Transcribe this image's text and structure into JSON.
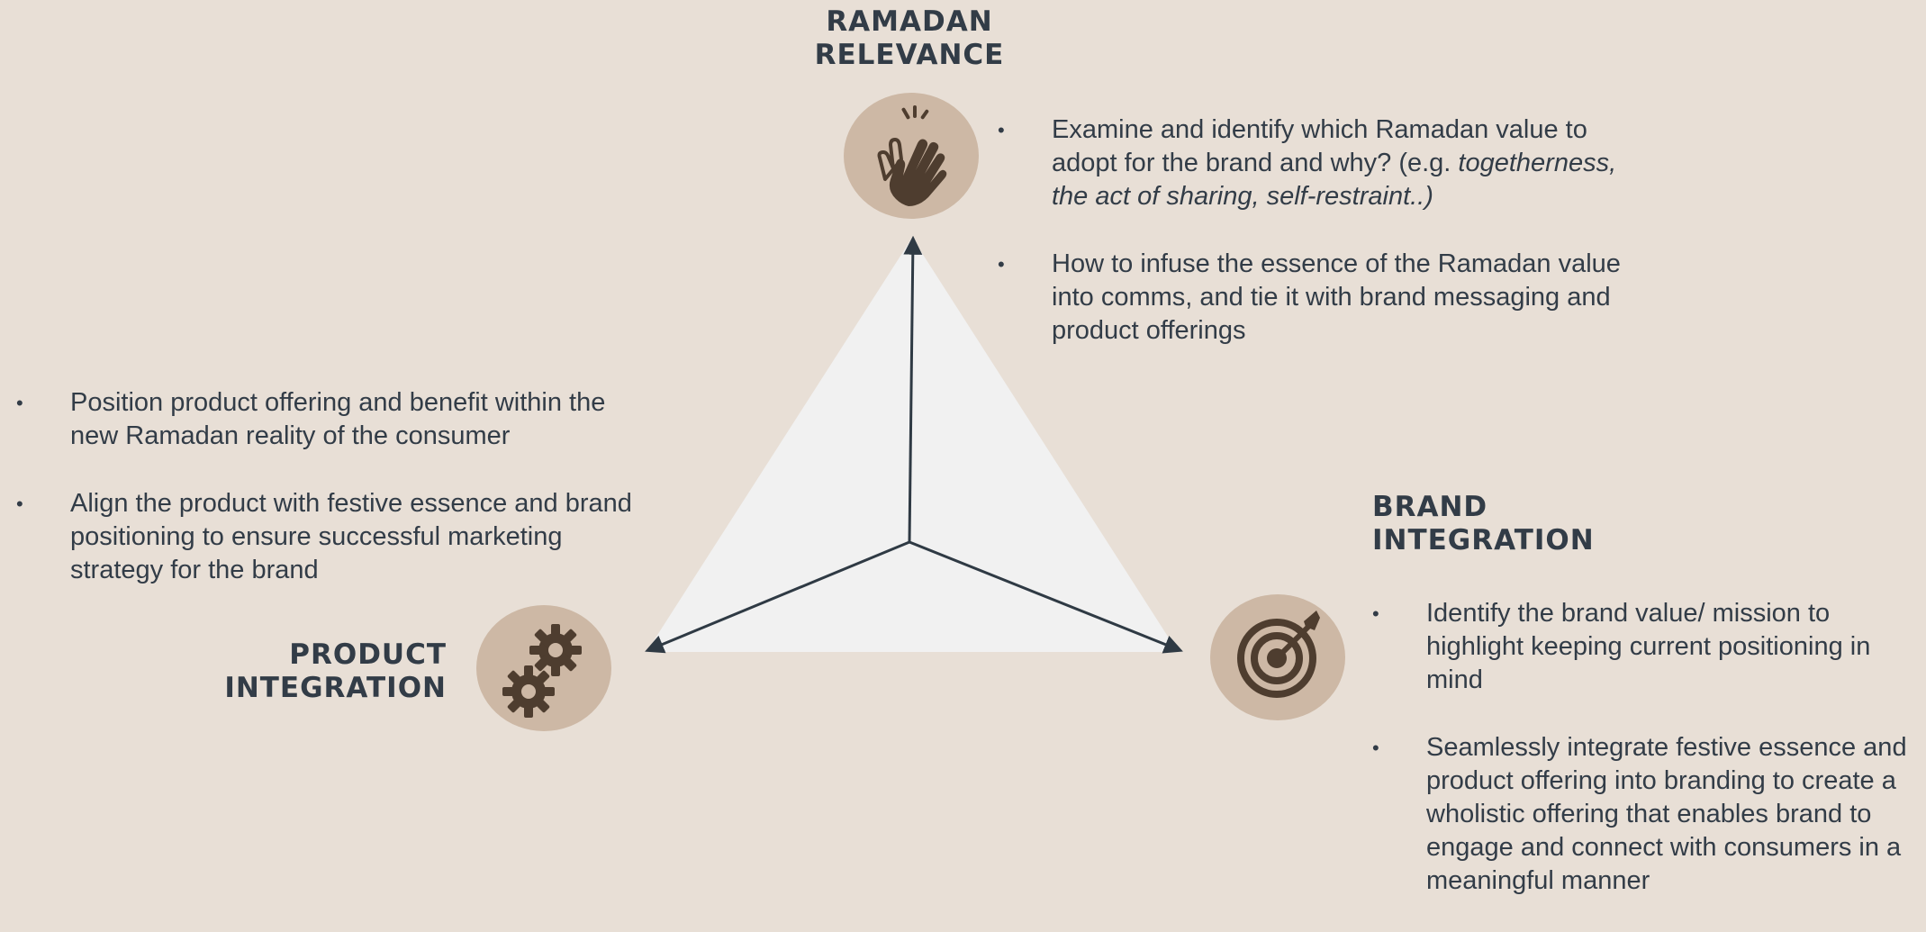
{
  "ramadan": {
    "heading_line1": "RAMADAN",
    "heading_line2": "RELEVANCE",
    "icon": "clapping-hands-icon",
    "bullets": [
      {
        "text": "Examine and identify which Ramadan value to adopt for the brand and why? (e.g. ",
        "italic": "togetherness, the act of sharing, self-restraint..)"
      },
      {
        "text": "How to infuse the essence of the Ramadan value into comms, and tie it with brand messaging and product offerings"
      }
    ]
  },
  "product": {
    "heading_line1": "PRODUCT",
    "heading_line2": "INTEGRATION",
    "icon": "gears-icon",
    "bullets": [
      {
        "text": "Position product offering and benefit within the new Ramadan reality of the consumer"
      },
      {
        "text": "Align the product with festive essence and brand positioning to ensure successful marketing strategy for the brand"
      }
    ]
  },
  "brand": {
    "heading_line1": "BRAND",
    "heading_line2": "INTEGRATION",
    "icon": "target-icon",
    "bullets": [
      {
        "text": "Identify the brand value/ mission to highlight keeping current positioning in mind"
      },
      {
        "text": "Seamlessly integrate festive essence and product offering into branding to create a wholistic offering that enables brand to engage and connect with consumers in a meaningful manner"
      }
    ]
  },
  "bullet_glyph": "•",
  "colors": {
    "background": "#e8dfd6",
    "circle": "#cdb8a5",
    "icon": "#4e3d2f",
    "triangle": "#f1f1f1",
    "text": "#323c47"
  }
}
